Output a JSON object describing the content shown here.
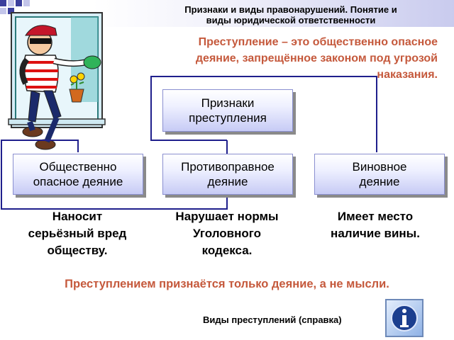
{
  "header": {
    "title_line1": "Признаки и виды правонарушений. Понятие и",
    "title_line2": "виды юридической ответственности"
  },
  "definition": {
    "line1": "Преступление – это общественно опасное",
    "line2": "деяние, запрещённое законом под угрозой",
    "line3": "наказания."
  },
  "diagram": {
    "root": {
      "line1": "Признаки",
      "line2": "преступления"
    },
    "features": [
      {
        "line1": "Общественно",
        "line2": "опасное деяние"
      },
      {
        "line1": "Противоправное",
        "line2": "деяние"
      },
      {
        "line1": "Виновное",
        "line2": "деяние"
      }
    ],
    "descriptions": [
      {
        "line1": "Наносит",
        "line2": "серьёзный вред",
        "line3": "обществу."
      },
      {
        "line1": "Нарушает нормы",
        "line2": "Уголовного",
        "line3": "кодекса."
      },
      {
        "line1": "Имеет место",
        "line2": "наличие вины.",
        "line3": ""
      }
    ]
  },
  "conclusion": "Преступлением признаётся только деяние, а не мысли.",
  "reference_link": "Виды преступлений (справка)",
  "icons": {
    "info": "info-icon",
    "illustration": "burglar-illustration"
  },
  "colors": {
    "accent_text": "#c5593c",
    "connector": "#1f1f8c",
    "box_gradient_end": "#c7cbf5"
  }
}
